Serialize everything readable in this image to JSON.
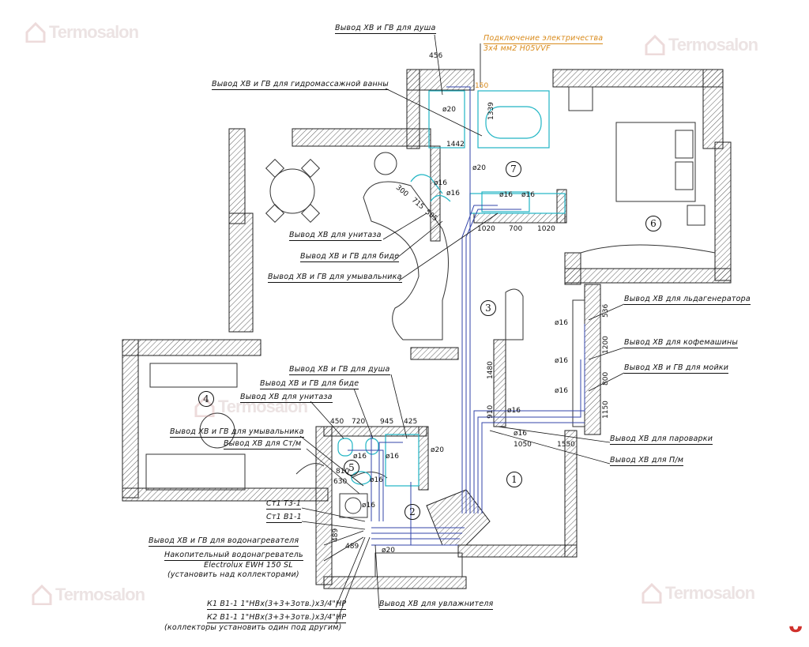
{
  "watermark": "Termosalon",
  "rooms": [
    "1",
    "2",
    "3",
    "4",
    "5",
    "6",
    "7"
  ],
  "electric": {
    "line1": "Подключение электричества",
    "line2": "3x4 мм2 H05VVF"
  },
  "labels": {
    "shower_top": "Вывод ХВ и ГВ для душа",
    "jacuzzi": "Вывод ХВ и ГВ для гидромассажной ванны",
    "wc_top": "Вывод ХВ для унитаза",
    "bidet_top": "Вывод ХВ и ГВ для биде",
    "sink_top": "Вывод ХВ и ГВ для умывальника",
    "ice": "Вывод ХВ для льдагенератора",
    "coffee": "Вывод ХВ для кофемашины",
    "kitchen_sink": "Вывод ХВ и ГВ для мойки",
    "steamer": "Вывод ХВ для пароварки",
    "dishwasher": "Вывод ХВ для П/м",
    "shower_low": "Вывод ХВ и ГВ для душа",
    "bidet_low": "Вывод ХВ и ГВ для биде",
    "wc_low": "Вывод ХВ для унитаза",
    "sink_low": "Вывод ХВ и ГВ для умывальника",
    "washer": "Вывод ХВ для Ст/м",
    "st1_t3": "Ст1 Т3-1",
    "st1_b1": "Ст1 В1-1",
    "heater_out": "Вывод ХВ и ГВ для водонагревателя",
    "heater_1": "Накопительный водонагреватель",
    "heater_2": "Electrolux EWH 150 SL",
    "heater_3": "(установить над коллекторами)",
    "k1": "К1 В1-1 1\"НВх(3+3+3отв.)х3/4\"НР",
    "k2": "К2 В1-1 1\"НВх(3+3+3отв.)х3/4\"НР",
    "k_note": "(коллекторы установить один под другим)",
    "humid": "Вывод ХВ для увлажнителя"
  },
  "dims": {
    "d456": "456",
    "d150": "150",
    "d1339": "1339",
    "d1442": "1442",
    "d20a": "ø20",
    "d20b": "ø20",
    "d16a": "ø16",
    "d16b": "ø16",
    "d16c": "ø16",
    "d16d": "ø16",
    "d300": "300",
    "d715": "715",
    "d505": "505",
    "d1020a": "1020",
    "d700": "700",
    "d1020b": "1020",
    "d536": "536",
    "d1200": "1200",
    "d800": "800",
    "d1150": "1150",
    "d1480": "1480",
    "d910": "910",
    "d16k1": "ø16",
    "d16k2": "ø16",
    "d16k3": "ø16",
    "d16k4": "ø16",
    "d16k5": "ø16",
    "d1050": "1050",
    "d1550": "1550",
    "d450": "450",
    "d720": "720",
    "d945": "945",
    "d425": "425",
    "d810": "810",
    "d630": "630",
    "d20c": "ø20",
    "d16e": "ø16",
    "d16f": "ø16",
    "d16g": "ø16",
    "d16h": "ø16",
    "d489a": "489",
    "d489b": "489",
    "d20d": "ø20"
  }
}
